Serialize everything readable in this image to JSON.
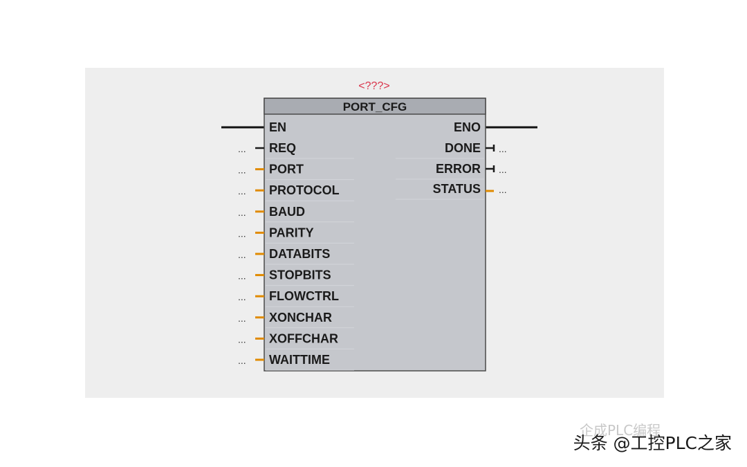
{
  "block": {
    "instance": "<???>",
    "title": "PORT_CFG",
    "en_label": "EN",
    "eno_label": "ENO",
    "placeholder": "...",
    "inputs": [
      {
        "name": "REQ",
        "type": "bool"
      },
      {
        "name": "PORT",
        "type": "value"
      },
      {
        "name": "PROTOCOL",
        "type": "value"
      },
      {
        "name": "BAUD",
        "type": "value"
      },
      {
        "name": "PARITY",
        "type": "value"
      },
      {
        "name": "DATABITS",
        "type": "value"
      },
      {
        "name": "STOPBITS",
        "type": "value"
      },
      {
        "name": "FLOWCTRL",
        "type": "value"
      },
      {
        "name": "XONCHAR",
        "type": "value"
      },
      {
        "name": "XOFFCHAR",
        "type": "value"
      },
      {
        "name": "WAITTIME",
        "type": "value"
      }
    ],
    "outputs": [
      {
        "name": "DONE",
        "type": "bool"
      },
      {
        "name": "ERROR",
        "type": "bool"
      },
      {
        "name": "STATUS",
        "type": "value"
      }
    ]
  },
  "colors": {
    "panel_bg": "#eeeeee",
    "block_body": "#c5c7cc",
    "block_header": "#a9acb2",
    "block_border": "#4a4a4a",
    "value_pin": "#e08a00",
    "bool_pin": "#1a1a1a",
    "instance_text": "#d9334a"
  },
  "watermark": {
    "main": "头条 @工控PLC之家",
    "faint": "企成PLC编程"
  }
}
